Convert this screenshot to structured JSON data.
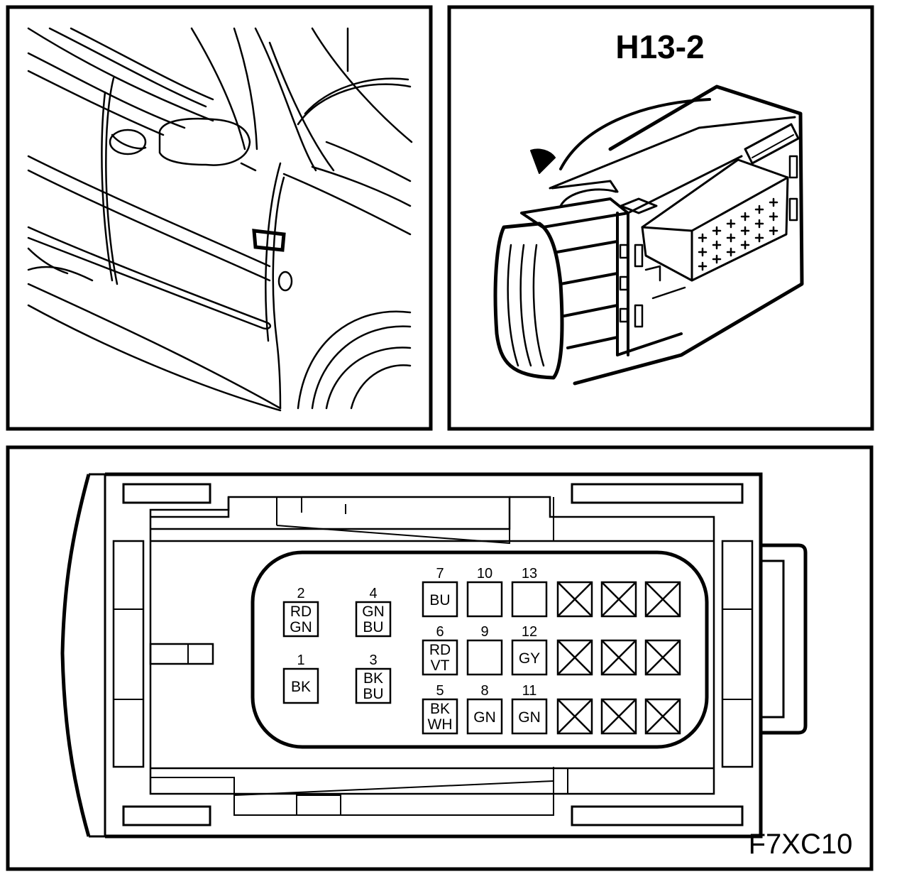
{
  "connector_title": "H13-2",
  "figure_code": "F7XC10",
  "pins": [
    {
      "number": "2",
      "wire_colors": [
        "RD",
        "GN"
      ]
    },
    {
      "number": "4",
      "wire_colors": [
        "GN",
        "BU"
      ]
    },
    {
      "number": "1",
      "wire_colors": [
        "BK"
      ]
    },
    {
      "number": "3",
      "wire_colors": [
        "BK",
        "BU"
      ]
    },
    {
      "number": "7",
      "wire_colors": [
        "BU"
      ]
    },
    {
      "number": "10",
      "wire_colors": []
    },
    {
      "number": "13",
      "wire_colors": []
    },
    {
      "number": "6",
      "wire_colors": [
        "RD",
        "VT"
      ]
    },
    {
      "number": "9",
      "wire_colors": []
    },
    {
      "number": "12",
      "wire_colors": [
        "GY"
      ]
    },
    {
      "number": "5",
      "wire_colors": [
        "BK",
        "WH"
      ]
    },
    {
      "number": "8",
      "wire_colors": [
        "GN"
      ]
    },
    {
      "number": "11",
      "wire_colors": [
        "GN"
      ]
    }
  ],
  "unused_cavity_count": 9,
  "colors": {
    "line": "#000000",
    "background": "#ffffff"
  }
}
